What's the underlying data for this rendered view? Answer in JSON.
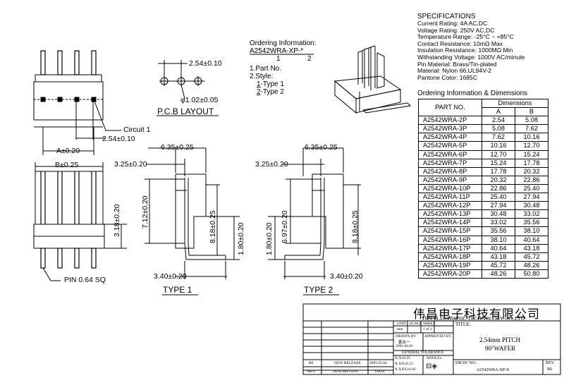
{
  "specs": {
    "heading": "SPECIFICATIONS",
    "lines": [
      "Current Rating: 4A AC,DC",
      "Voltage Rating: 250V AC,DC",
      "Temperature Range: -25°C ~ +85°C",
      "Contact Resistance: 10mΩ Max",
      "Insulation Resistance: 1000MΩ Min",
      "Withstanding Voltage: 1000V AC/minute",
      "Pin Material: Brass/Tin-plated",
      "Material: Nylon 66,UL94V-2",
      "Pantone Color: 1685C"
    ]
  },
  "dimensions_table": {
    "title": "Ordering Information & Dimensions",
    "col_part": "PART NO.",
    "col_group": "Dimensions",
    "col_a": "A",
    "col_b": "B",
    "rows": [
      [
        "A2542WRA-2P",
        "2.54",
        "5.08"
      ],
      [
        "A2542WRA-3P",
        "5.08",
        "7.62"
      ],
      [
        "A2542WRA-4P",
        "7.62",
        "10.16"
      ],
      [
        "A2542WRA-5P",
        "10.16",
        "12.70"
      ],
      [
        "A2542WRA-6P",
        "12.70",
        "15.24"
      ],
      [
        "A2542WRA-7P",
        "15.24",
        "17.78"
      ],
      [
        "A2542WRA-8P",
        "17.78",
        "20.32"
      ],
      [
        "A2542WRA-9P",
        "20.32",
        "22.86"
      ],
      [
        "A2542WRA-10P",
        "22.86",
        "25.40"
      ],
      [
        "A2542WRA-11P",
        "25.40",
        "27.94"
      ],
      [
        "A2542WRA-12P",
        "27.94",
        "30.48"
      ],
      [
        "A2542WRA-13P",
        "30.48",
        "33.02"
      ],
      [
        "A2542WRA-14P",
        "33.02",
        "35.56"
      ],
      [
        "A2542WRA-15P",
        "35.56",
        "38.10"
      ],
      [
        "A2542WRA-16P",
        "38.10",
        "40.64"
      ],
      [
        "A2542WRA-17P",
        "40.64",
        "43.18"
      ],
      [
        "A2542WRA-18P",
        "43.18",
        "45.72"
      ],
      [
        "A2542WRA-19P",
        "45.72",
        "48.26"
      ],
      [
        "A2542WRA-20P",
        "48.26",
        "50.80"
      ]
    ]
  },
  "ordering": {
    "heading": "Ordering Information:",
    "code": "A2542WRA-XP-*",
    "n1": "1",
    "n2": "2",
    "item1": "1.Part No.",
    "item2": "2.Style:",
    "style1_num": "1",
    "style1": "-Type 1",
    "style2_num": "2",
    "style2": "-Type 2"
  },
  "pcb": {
    "pitch": "2.54±0.10",
    "hole": "φ1.02±0.05",
    "title": "P.C.B LAYOUT"
  },
  "front": {
    "circuit": "Circuit 1",
    "pitch": "2.54±0.10",
    "dim_a": "A±0.20",
    "dim_b": "B±0.25",
    "height": "3.18±0.20",
    "pin": "PIN 0.64 SQ"
  },
  "type1": {
    "top": "6.35±0.25",
    "left": "3.25±0.20",
    "h1": "7.12±0.20",
    "h2": "8.18±0.25",
    "h3": "1.80±0.20",
    "bottom": "3.40±0.20",
    "title": "TYPE 1"
  },
  "type2": {
    "top": "6.35±0.25",
    "left": "3.25±0.20",
    "h1": "1.80±0.20",
    "h2": "6.97±0.20",
    "h3": "8.18±0.25",
    "bottom": "3.40±0.20",
    "title": "TYPE 2"
  },
  "titleblock": {
    "company_cn": "伟昌电子科技有限公司",
    "company_en": "TRN ELECTRONIC TECHNOLOGY CO.,LTD",
    "unit": "UNIT",
    "scale": "SCALE",
    "sheet": "SHEET",
    "title_label": "TITLE:",
    "unit_val": "mm",
    "sheet_val": "1 of 1",
    "drawn_by": "DRAWN BY",
    "drawn_name": "黄永一",
    "drawn_date": "2001.02.01",
    "approved": "APPROVED BY",
    "title1": "2.54mm PITCH",
    "title2": "90°WAFER",
    "gen_tol": "GENERAL TOLERANCE",
    "tol1": "X.X±0.25",
    "tol2": "X.XX±0.15",
    "tol3": "X.XXX±0.05",
    "angle": "ANGLE±",
    "drawno_label": "DRAW NO.:",
    "drawno": "A2542WRA-XP-X",
    "rev_label": "REV.",
    "rev": "B0",
    "hist_rev": "B0",
    "hist_desc": "NEW RELEASE",
    "hist_date": "2005.05.04",
    "col_rev": "REV.",
    "col_desc": "DESCRIPTION",
    "col_date": "DATE"
  }
}
